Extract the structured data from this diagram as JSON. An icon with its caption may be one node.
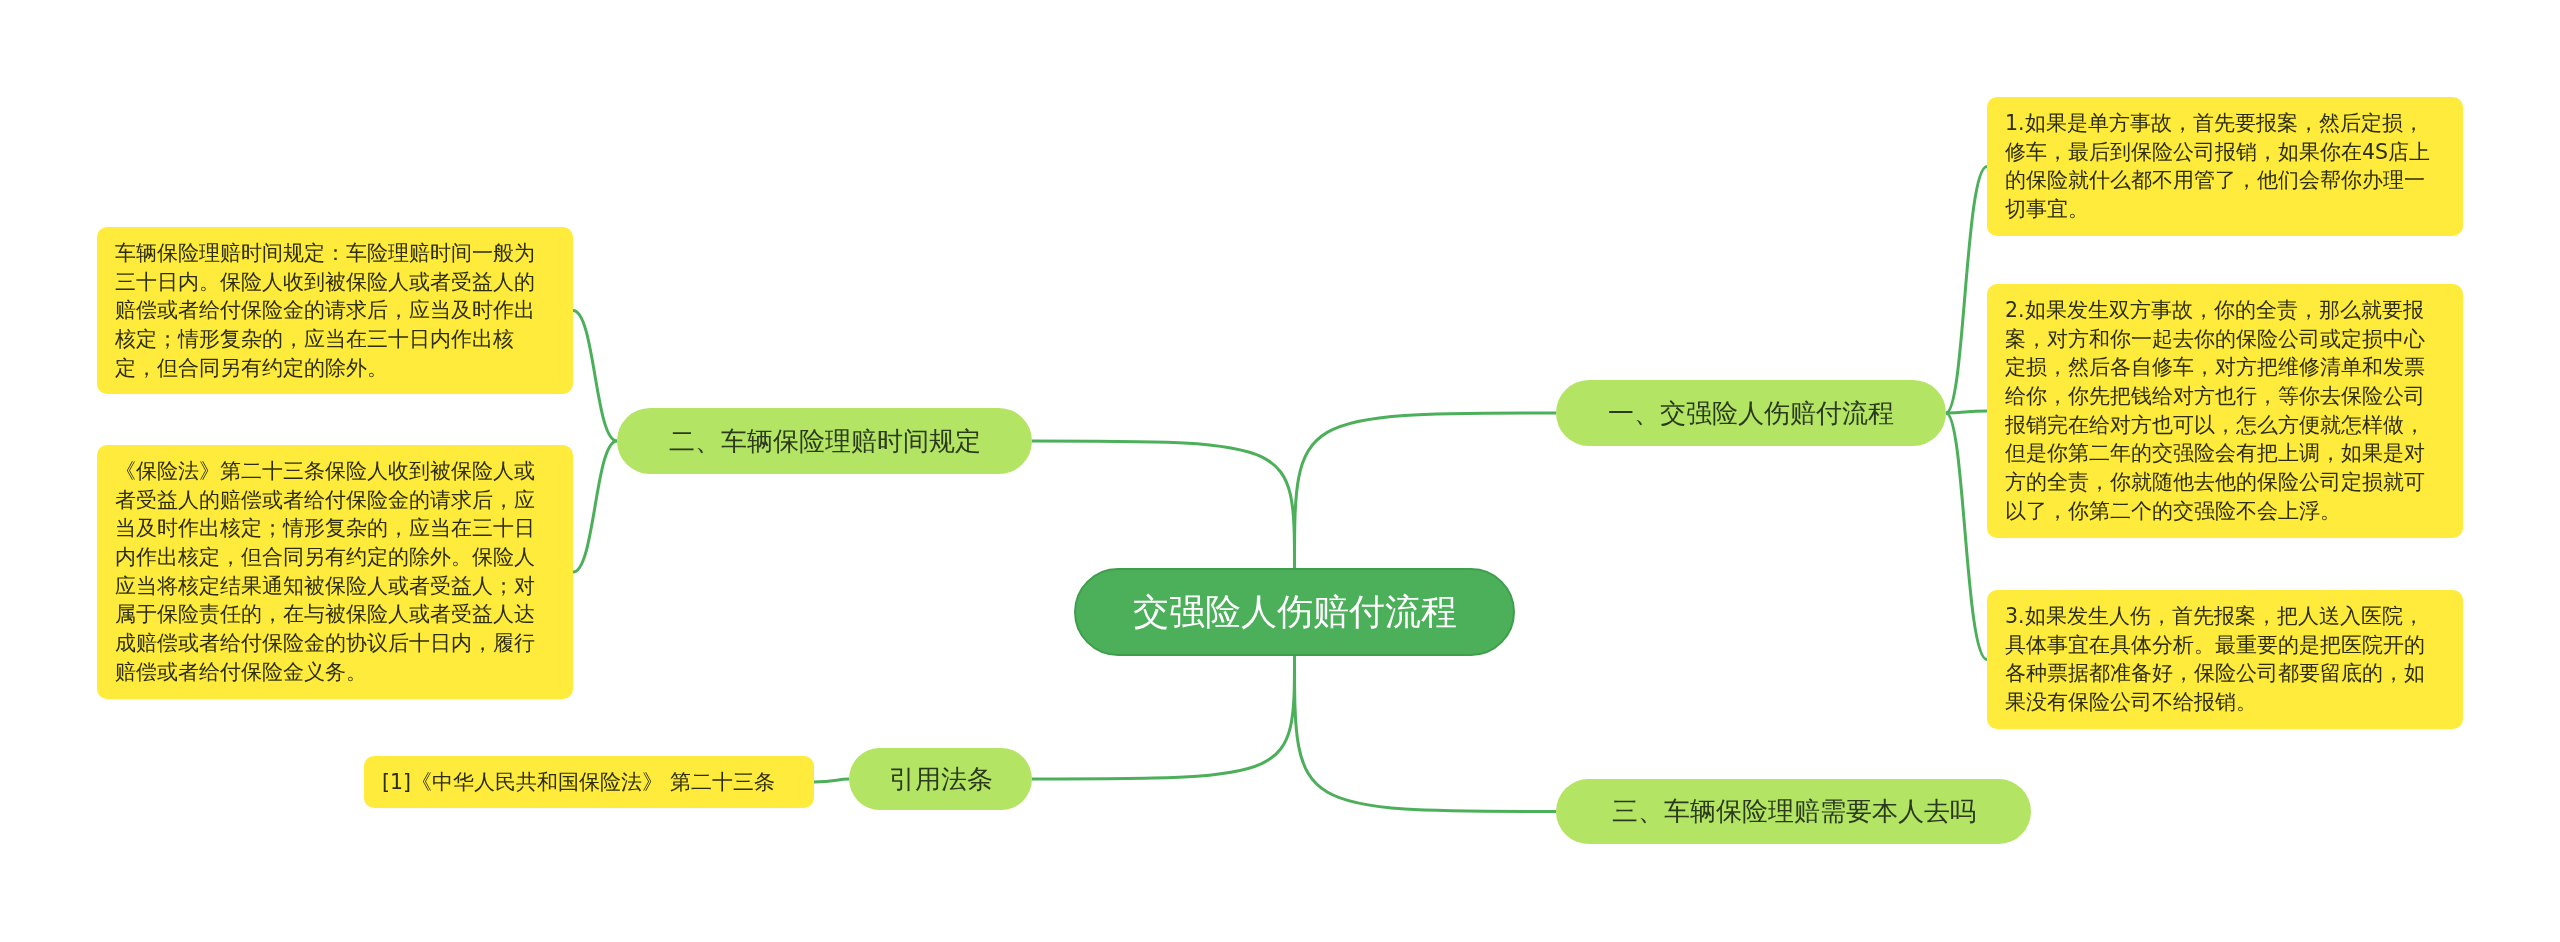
{
  "diagram": {
    "nodes": [
      {
        "text": [
          "交强险人伤赔付流程"
        ]
      },
      {
        "text": [
          "一、交强险人伤赔付流程"
        ]
      },
      {
        "text": [
          "二、车辆保险理赔时间规定"
        ]
      },
      {
        "text": [
          "引用法条"
        ]
      },
      {
        "text": [
          "三、车辆保险理赔需要本人去吗"
        ]
      },
      {
        "text": [
          "1.如果是单方事故，首先要报案，然后定损，修车，最后到保险公司报销，如果你在4S店上的保险就什么都不用管了，他们会帮你办理一切事宜。"
        ]
      },
      {
        "text": [
          "2.如果发生双方事故，你的全责，那么就要报案，对方和你一起去你的保险公司或定损中心定损，然后各自修车，对方把维修清单和发票给你，你先把钱给对方也行，等你去保险公司报销完在给对方也可以，怎么方便就怎样做，但是你第二年的交强险会有把上调，如果是对方的全责，你就随他去他的保险公司定损就可以了，你第二个的交强险不会上浮。"
        ]
      },
      {
        "text": [
          "3.如果发生人伤，首先报案，把人送入医院，具体事宜在具体分析。最重要的是把医院开的各种票据都准备好，保险公司都要留底的，如果没有保险公司不给报销。"
        ]
      },
      {
        "text": [
          "车辆保险理赔时间规定：车险理赔时间一般为三十日内。保险人收到被保险人或者受益人的赔偿或者给付保险金的请求后，应当及时作出核定；情形复杂的，应当在三十日内作出核定，但合同另有约定的除外。"
        ]
      },
      {
        "text": [
          "《保险法》第二十三条保险人收到被保险人或者受益人的赔偿或者给付保险金的请求后，应当及时作出核定；情形复杂的，应当在三十日内作出核定，但合同另有约定的除外。保险人应当将核定结果通知被保险人或者受益人；对属于保险责任的，在与被保险人或者受益人达成赔偿或者给付保险金的协议后十日内，履行赔偿或者给付保险金义务。"
        ]
      },
      {
        "text": [
          "[1]《中华人民共和国保险法》 第二十三条"
        ]
      }
    ],
    "edges": [
      {
        "from": 0,
        "to": 1,
        "arrow": "none"
      },
      {
        "from": 0,
        "to": 2,
        "arrow": "none"
      },
      {
        "from": 0,
        "to": 3,
        "arrow": "none"
      },
      {
        "from": 0,
        "to": 4,
        "arrow": "none"
      },
      {
        "from": 1,
        "to": 5,
        "arrow": "none"
      },
      {
        "from": 1,
        "to": 6,
        "arrow": "none"
      },
      {
        "from": 1,
        "to": 7,
        "arrow": "none"
      },
      {
        "from": 2,
        "to": 8,
        "arrow": "none"
      },
      {
        "from": 2,
        "to": 9,
        "arrow": "none"
      },
      {
        "from": 3,
        "to": 10,
        "arrow": "none"
      }
    ]
  }
}
